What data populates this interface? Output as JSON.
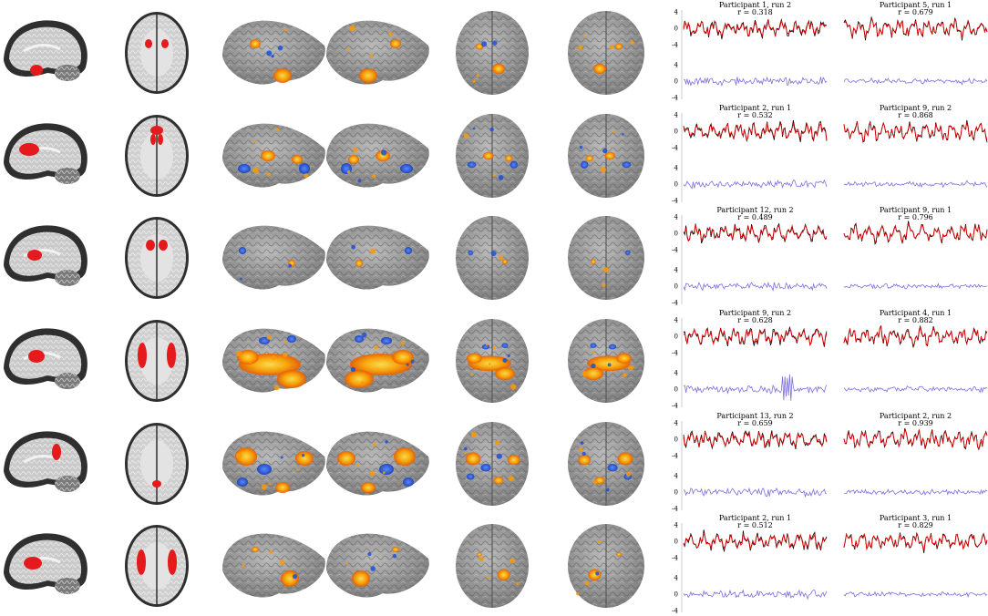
{
  "axis": {
    "ticks": [
      "4",
      "0",
      "-4"
    ]
  },
  "colors": {
    "roi": "#e41a1c",
    "hot": "#ff9900",
    "hot_core": "#ffd200",
    "cold": "#1f4fd8",
    "observed": "#000000",
    "predicted": "#e00000",
    "residual": "#7b6fe0",
    "cortex": "#8e8e8e",
    "tissue": "#b5b5b5"
  },
  "rows": [
    {
      "panels": [
        {
          "participant": "Participant 1, run 2",
          "r": "r = 0.318"
        },
        {
          "participant": "Participant 5, run 1",
          "r": "r = 0.679"
        }
      ]
    },
    {
      "panels": [
        {
          "participant": "Participant 2, run 1",
          "r": "r = 0.532"
        },
        {
          "participant": "Participant 9, run 2",
          "r": "r = 0.868"
        }
      ]
    },
    {
      "panels": [
        {
          "participant": "Participant 12, run 2",
          "r": "r = 0.489"
        },
        {
          "participant": "Participant 9, run 1",
          "r": "r = 0.796"
        }
      ]
    },
    {
      "panels": [
        {
          "participant": "Participant 9, run 2",
          "r": "r = 0.628"
        },
        {
          "participant": "Participant 4, run 1",
          "r": "r = 0.882"
        }
      ]
    },
    {
      "panels": [
        {
          "participant": "Participant 13, run 2",
          "r": "r = 0.659"
        },
        {
          "participant": "Participant 2, run 2",
          "r": "r = 0.939"
        }
      ]
    },
    {
      "panels": [
        {
          "participant": "Participant 2, run 1",
          "r": "r = 0.512"
        },
        {
          "participant": "Participant 3, run 1",
          "r": "r = 0.829"
        }
      ]
    }
  ]
}
